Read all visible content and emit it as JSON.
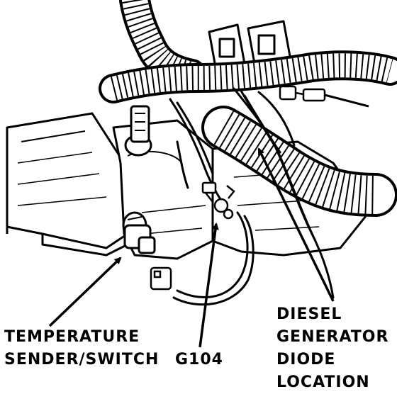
{
  "labels": {
    "temperature_sender_switch": [
      "TEMPERATURE",
      "SENDER/SWITCH"
    ],
    "ground_g104": "G104",
    "diesel_generator_diode_location": [
      "DIESEL",
      "GENERATOR",
      "DIODE",
      "LOCATION"
    ]
  },
  "colors": {
    "ink": "#000000",
    "paper": "#ffffff"
  }
}
